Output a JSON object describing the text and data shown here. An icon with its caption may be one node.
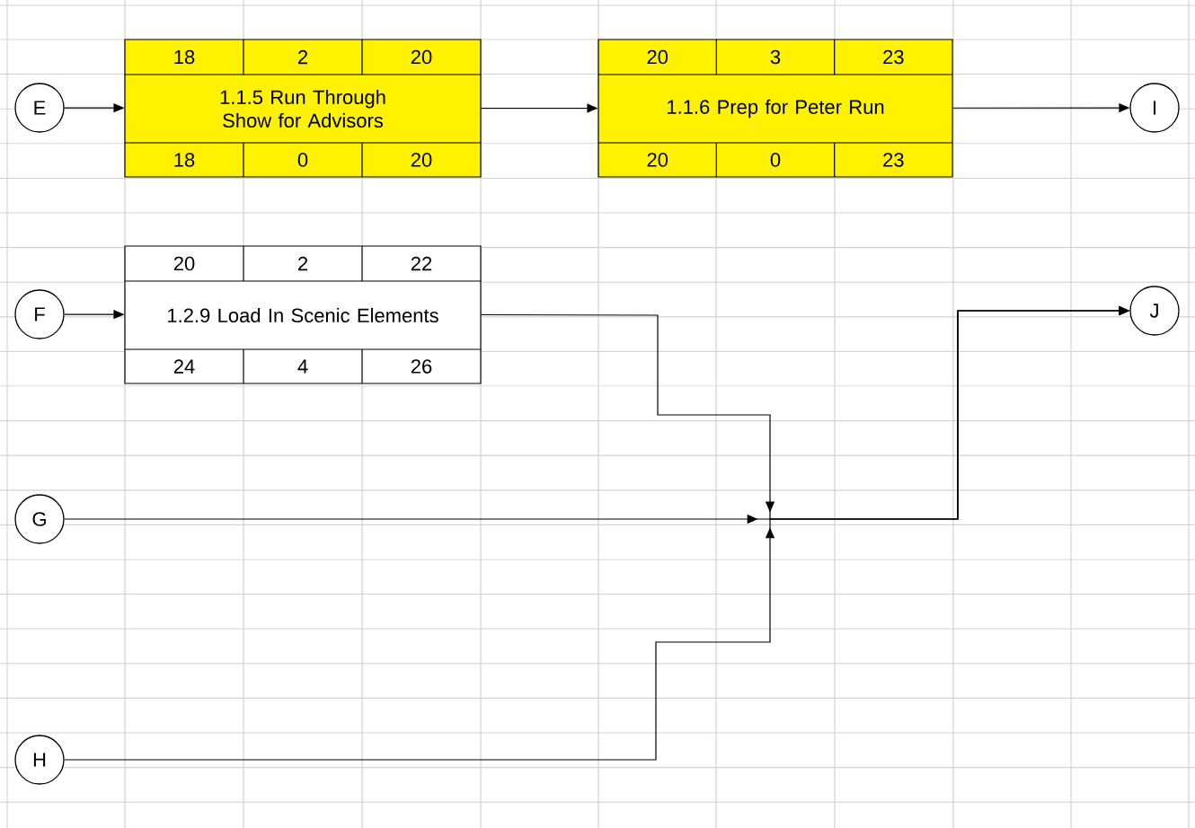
{
  "diagram": {
    "nodes": [
      {
        "text": [
          "E"
        ]
      },
      {
        "text": [
          "18",
          "2",
          "20",
          "1.1.5 Run Through Show for Advisors",
          "18",
          "0",
          "20"
        ]
      },
      {
        "text": [
          "20",
          "3",
          "23",
          "1.1.6 Prep for Peter Run",
          "20",
          "0",
          "23"
        ]
      },
      {
        "text": [
          "I"
        ]
      },
      {
        "text": [
          "F"
        ]
      },
      {
        "text": [
          "20",
          "2",
          "22",
          "1.2.9 Load In Scenic Elements",
          "24",
          "4",
          "26"
        ]
      },
      {
        "text": [
          "J"
        ]
      },
      {
        "text": [
          "G"
        ]
      },
      {
        "text": [
          "H"
        ]
      }
    ],
    "edges": [
      {
        "from": 0,
        "to": 1,
        "arrow": "to"
      },
      {
        "from": 1,
        "to": 2,
        "arrow": "to"
      },
      {
        "from": 2,
        "to": 3,
        "arrow": "to"
      },
      {
        "from": 4,
        "to": 5,
        "arrow": "to"
      },
      {
        "from": 5,
        "to": 6,
        "arrow": "to"
      },
      {
        "from": 7,
        "to": 6,
        "arrow": "to"
      },
      {
        "from": 8,
        "to": 6,
        "arrow": "to"
      }
    ]
  }
}
